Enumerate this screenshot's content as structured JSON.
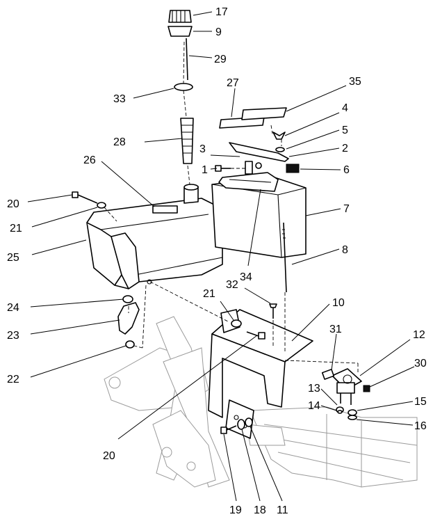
{
  "callouts": {
    "n1": "1",
    "n2": "2",
    "n3": "3",
    "n4": "4",
    "n5": "5",
    "n6": "6",
    "n7": "7",
    "n8": "8",
    "n9": "9",
    "n10": "10",
    "n11": "11",
    "n12": "12",
    "n13": "13",
    "n14": "14",
    "n15": "15",
    "n16": "16",
    "n17": "17",
    "n18": "18",
    "n19": "19",
    "n20a": "20",
    "n20b": "20",
    "n21a": "21",
    "n21b": "21",
    "n22": "22",
    "n23": "23",
    "n24": "24",
    "n25": "25",
    "n26": "26",
    "n27": "27",
    "n28": "28",
    "n29": "29",
    "n30": "30",
    "n31": "31",
    "n32": "32",
    "n33": "33",
    "n34": "34",
    "n35": "35"
  }
}
